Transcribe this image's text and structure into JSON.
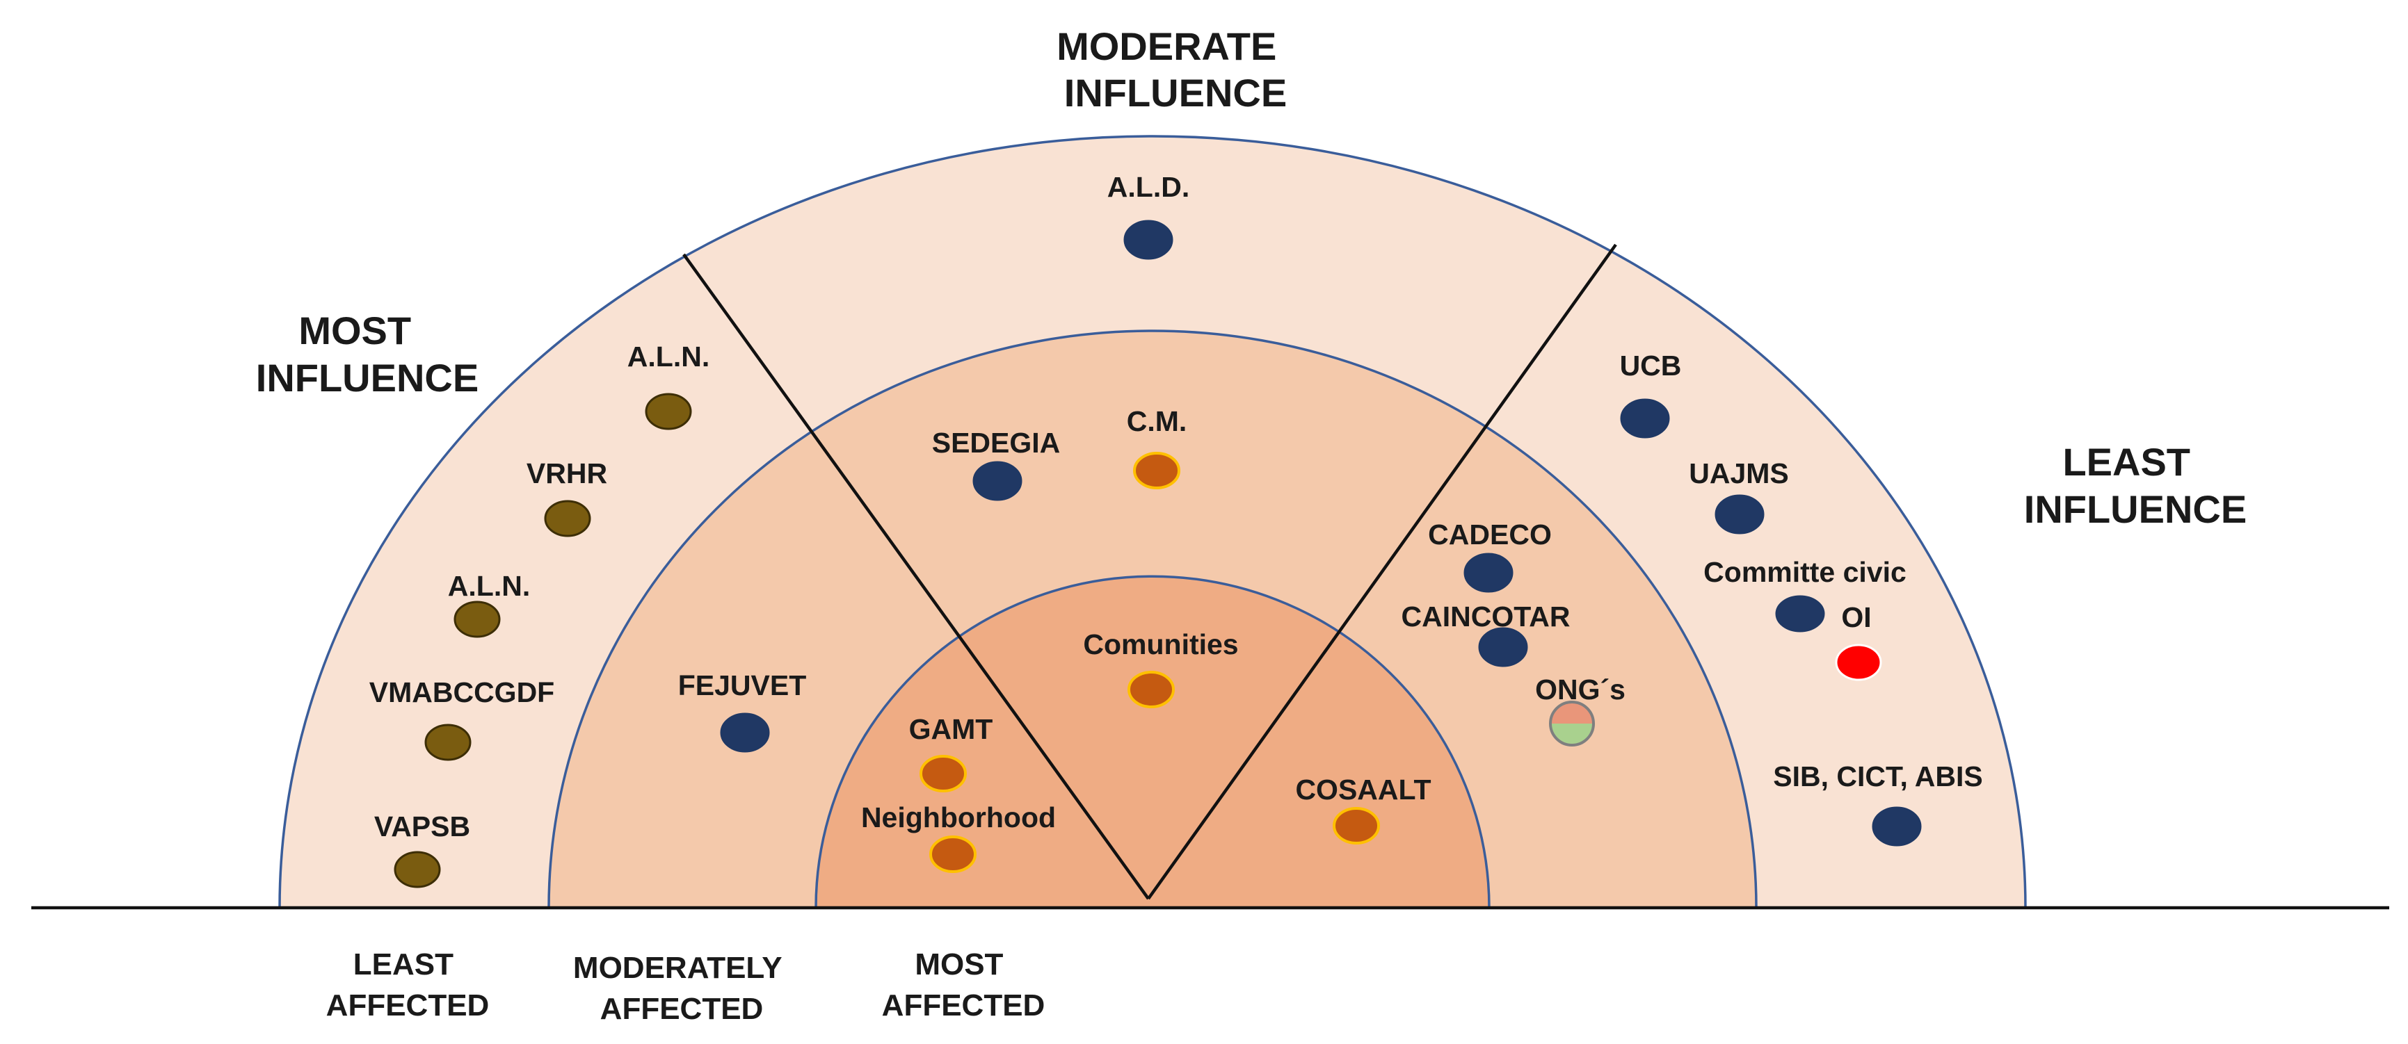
{
  "colors": {
    "navy": "#203864",
    "olive": "#7a5c10",
    "orange": "#c55a11",
    "red": "#ff0000",
    "ring_stroke": "#3a5d9a",
    "outer_fill": "#f9e2d3",
    "middle_fill": "#f4c9ab",
    "inner_fill": "#efac84"
  },
  "zones": {
    "moderate_influence": [
      "MODERATE",
      "INFLUENCE"
    ],
    "most_influence": [
      "MOST",
      "INFLUENCE"
    ],
    "least_influence": [
      "LEAST",
      "INFLUENCE"
    ]
  },
  "affected": {
    "least": [
      "LEAST",
      "AFFECTED"
    ],
    "moderately": [
      "MODERATELY",
      "AFFECTED"
    ],
    "most": [
      "MOST",
      "AFFECTED"
    ]
  },
  "stakeholders": [
    {
      "id": "ald",
      "label": "A.L.D.",
      "color": "navy"
    },
    {
      "id": "aln-top",
      "label": "A.L.N.",
      "color": "olive"
    },
    {
      "id": "vrhr",
      "label": "VRHR",
      "color": "olive"
    },
    {
      "id": "aln-mid",
      "label": "A.L.N.",
      "color": "olive"
    },
    {
      "id": "vmabccgdf",
      "label": "VMABCCGDF",
      "color": "olive"
    },
    {
      "id": "vapsb",
      "label": "VAPSB",
      "color": "olive"
    },
    {
      "id": "sedegia",
      "label": "SEDEGIA",
      "color": "navy"
    },
    {
      "id": "cm",
      "label": "C.M.",
      "color": "orange"
    },
    {
      "id": "fejuvet",
      "label": "FEJUVET",
      "color": "navy"
    },
    {
      "id": "comunities",
      "label": "Comunities",
      "color": "orange"
    },
    {
      "id": "gamt",
      "label": "GAMT",
      "color": "orange"
    },
    {
      "id": "neighborhood",
      "label": "Neighborhood",
      "color": "orange"
    },
    {
      "id": "cosaalt",
      "label": "COSAALT",
      "color": "orange"
    },
    {
      "id": "cadeco",
      "label": "CADECO",
      "color": "navy"
    },
    {
      "id": "caincotar",
      "label": "CAINCOTAR",
      "color": "navy"
    },
    {
      "id": "ongs",
      "label": "ONG´s",
      "color": "split"
    },
    {
      "id": "ucb",
      "label": "UCB",
      "color": "navy"
    },
    {
      "id": "uajms",
      "label": "UAJMS",
      "color": "navy"
    },
    {
      "id": "committe",
      "label": "Committe civic",
      "color": "navy"
    },
    {
      "id": "oi",
      "label": "OI",
      "color": "red"
    },
    {
      "id": "sib",
      "label": "SIB, CICT, ABIS",
      "color": "navy"
    }
  ]
}
